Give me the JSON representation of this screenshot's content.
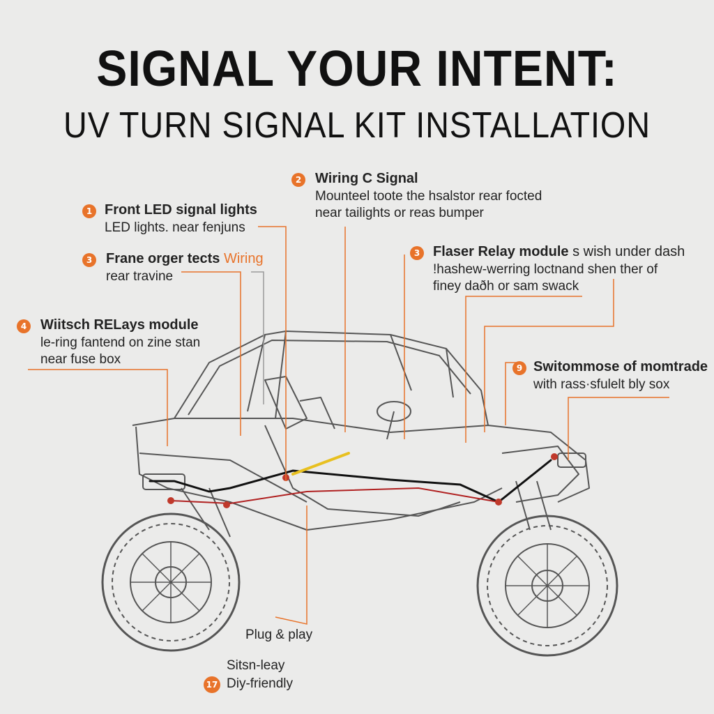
{
  "title": "SIGNAL YOUR INTENT:",
  "subtitle": "UV TURN SIGNAL KIT INSTALLATION",
  "accent_color": "#e8732a",
  "callouts": [
    {
      "badge": "1",
      "heading": "Front LED signal lights",
      "lines": [
        "LED lights. near fenjuns"
      ]
    },
    {
      "badge": "2",
      "heading": "Wiring C Signal",
      "lines": [
        "Mounteel toote the hsalstor rear focted",
        "near tailights or reas bumper"
      ]
    },
    {
      "badge": "3",
      "heading": "Frane orger tects",
      "heading_accent": "Wiring",
      "lines": [
        "rear travine"
      ]
    },
    {
      "badge": "3",
      "heading": "Flaser Relay module",
      "heading_tail": "s wish under dash",
      "lines": [
        "!hashew-werring loctnand shen ther of",
        "finey daðh or sam swack"
      ]
    },
    {
      "badge": "4",
      "heading": "Wiitsch RELays module",
      "lines": [
        "le-ring fantend on zine stan",
        "near fuse box"
      ]
    },
    {
      "badge": "9",
      "heading": "Switommose of momtrade",
      "lines": [
        "with rass·sfulelt bly sox"
      ]
    }
  ],
  "bottom_labels": {
    "plug": "Plug & play",
    "badge": "17",
    "line1": "Sitsn-leay",
    "line2": "Diy-friendly"
  }
}
